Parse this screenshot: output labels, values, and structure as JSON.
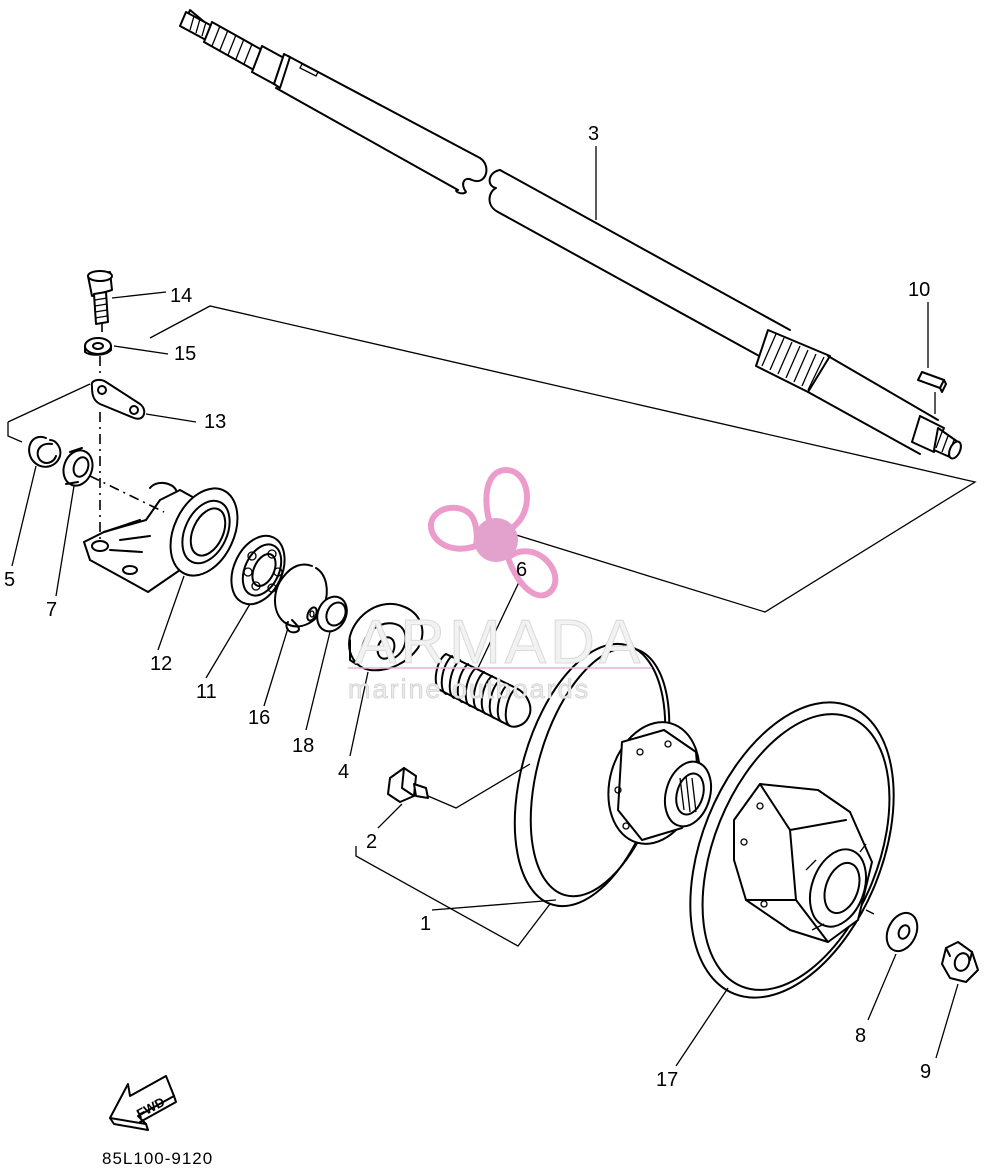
{
  "diagram": {
    "part_numbers": {
      "p1": "1",
      "p2": "2",
      "p3": "3",
      "p4": "4",
      "p5": "5",
      "p6": "6",
      "p7": "7",
      "p8": "8",
      "p9": "9",
      "p10": "10",
      "p11": "11",
      "p12": "12",
      "p13": "13",
      "p14": "14",
      "p15": "15",
      "p16": "16",
      "p17": "17",
      "p18": "18"
    },
    "fwd_label": "FWD",
    "drawing_code": "85L100-9120"
  },
  "watermark": {
    "title": "ARMADA",
    "subtitle": "marine outboards",
    "logo_icon": "propeller-icon",
    "logo_color": "#ec9ccb",
    "logo_center_color": "#e3a2cd"
  }
}
